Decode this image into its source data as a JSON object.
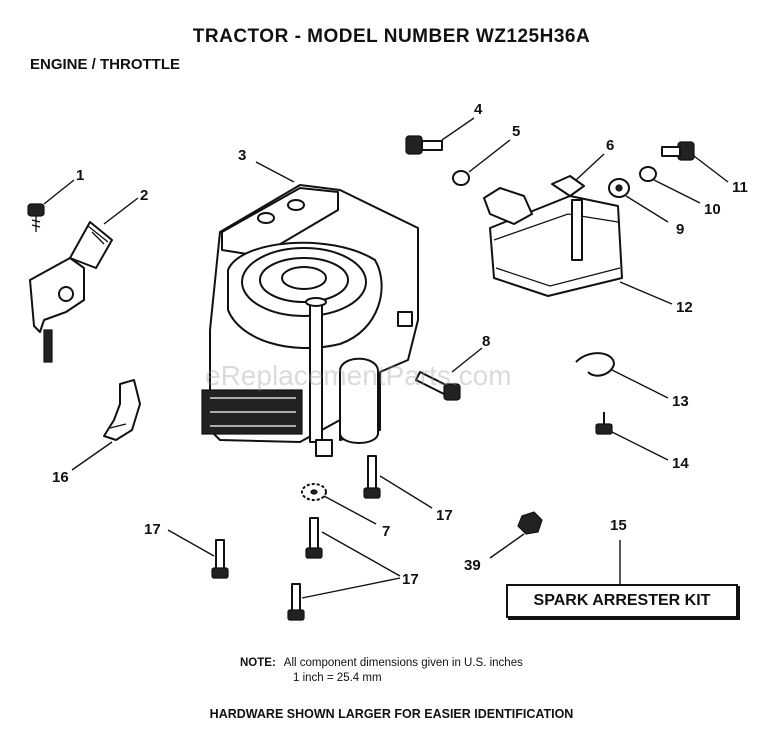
{
  "header": {
    "title": "TRACTOR  - MODEL NUMBER WZ125H36A",
    "subtitle": "ENGINE / THROTTLE"
  },
  "callouts": [
    "1",
    "2",
    "3",
    "4",
    "5",
    "6",
    "9",
    "10",
    "11",
    "12",
    "8",
    "13",
    "14",
    "16",
    "17",
    "7",
    "17",
    "15",
    "39",
    "17"
  ],
  "kit_label": "SPARK ARRESTER KIT",
  "watermark": "eReplacementParts.com",
  "note": {
    "label": "NOTE:",
    "line1": "All component dimensions given in U.S. inches",
    "line2": "1 inch = 25.4 mm"
  },
  "footer": "HARDWARE SHOWN LARGER FOR EASIER IDENTIFICATION"
}
